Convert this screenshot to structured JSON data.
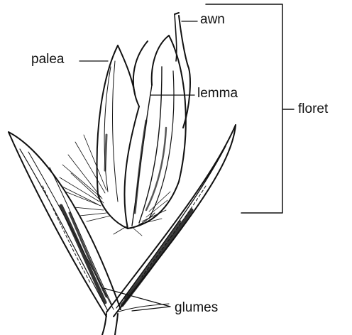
{
  "labels": {
    "awn": "awn",
    "palea": "palea",
    "lemma": "lemma",
    "floret": "floret",
    "glumes": "glumes"
  },
  "colors": {
    "ink": "#111111",
    "background": "#ffffff"
  }
}
